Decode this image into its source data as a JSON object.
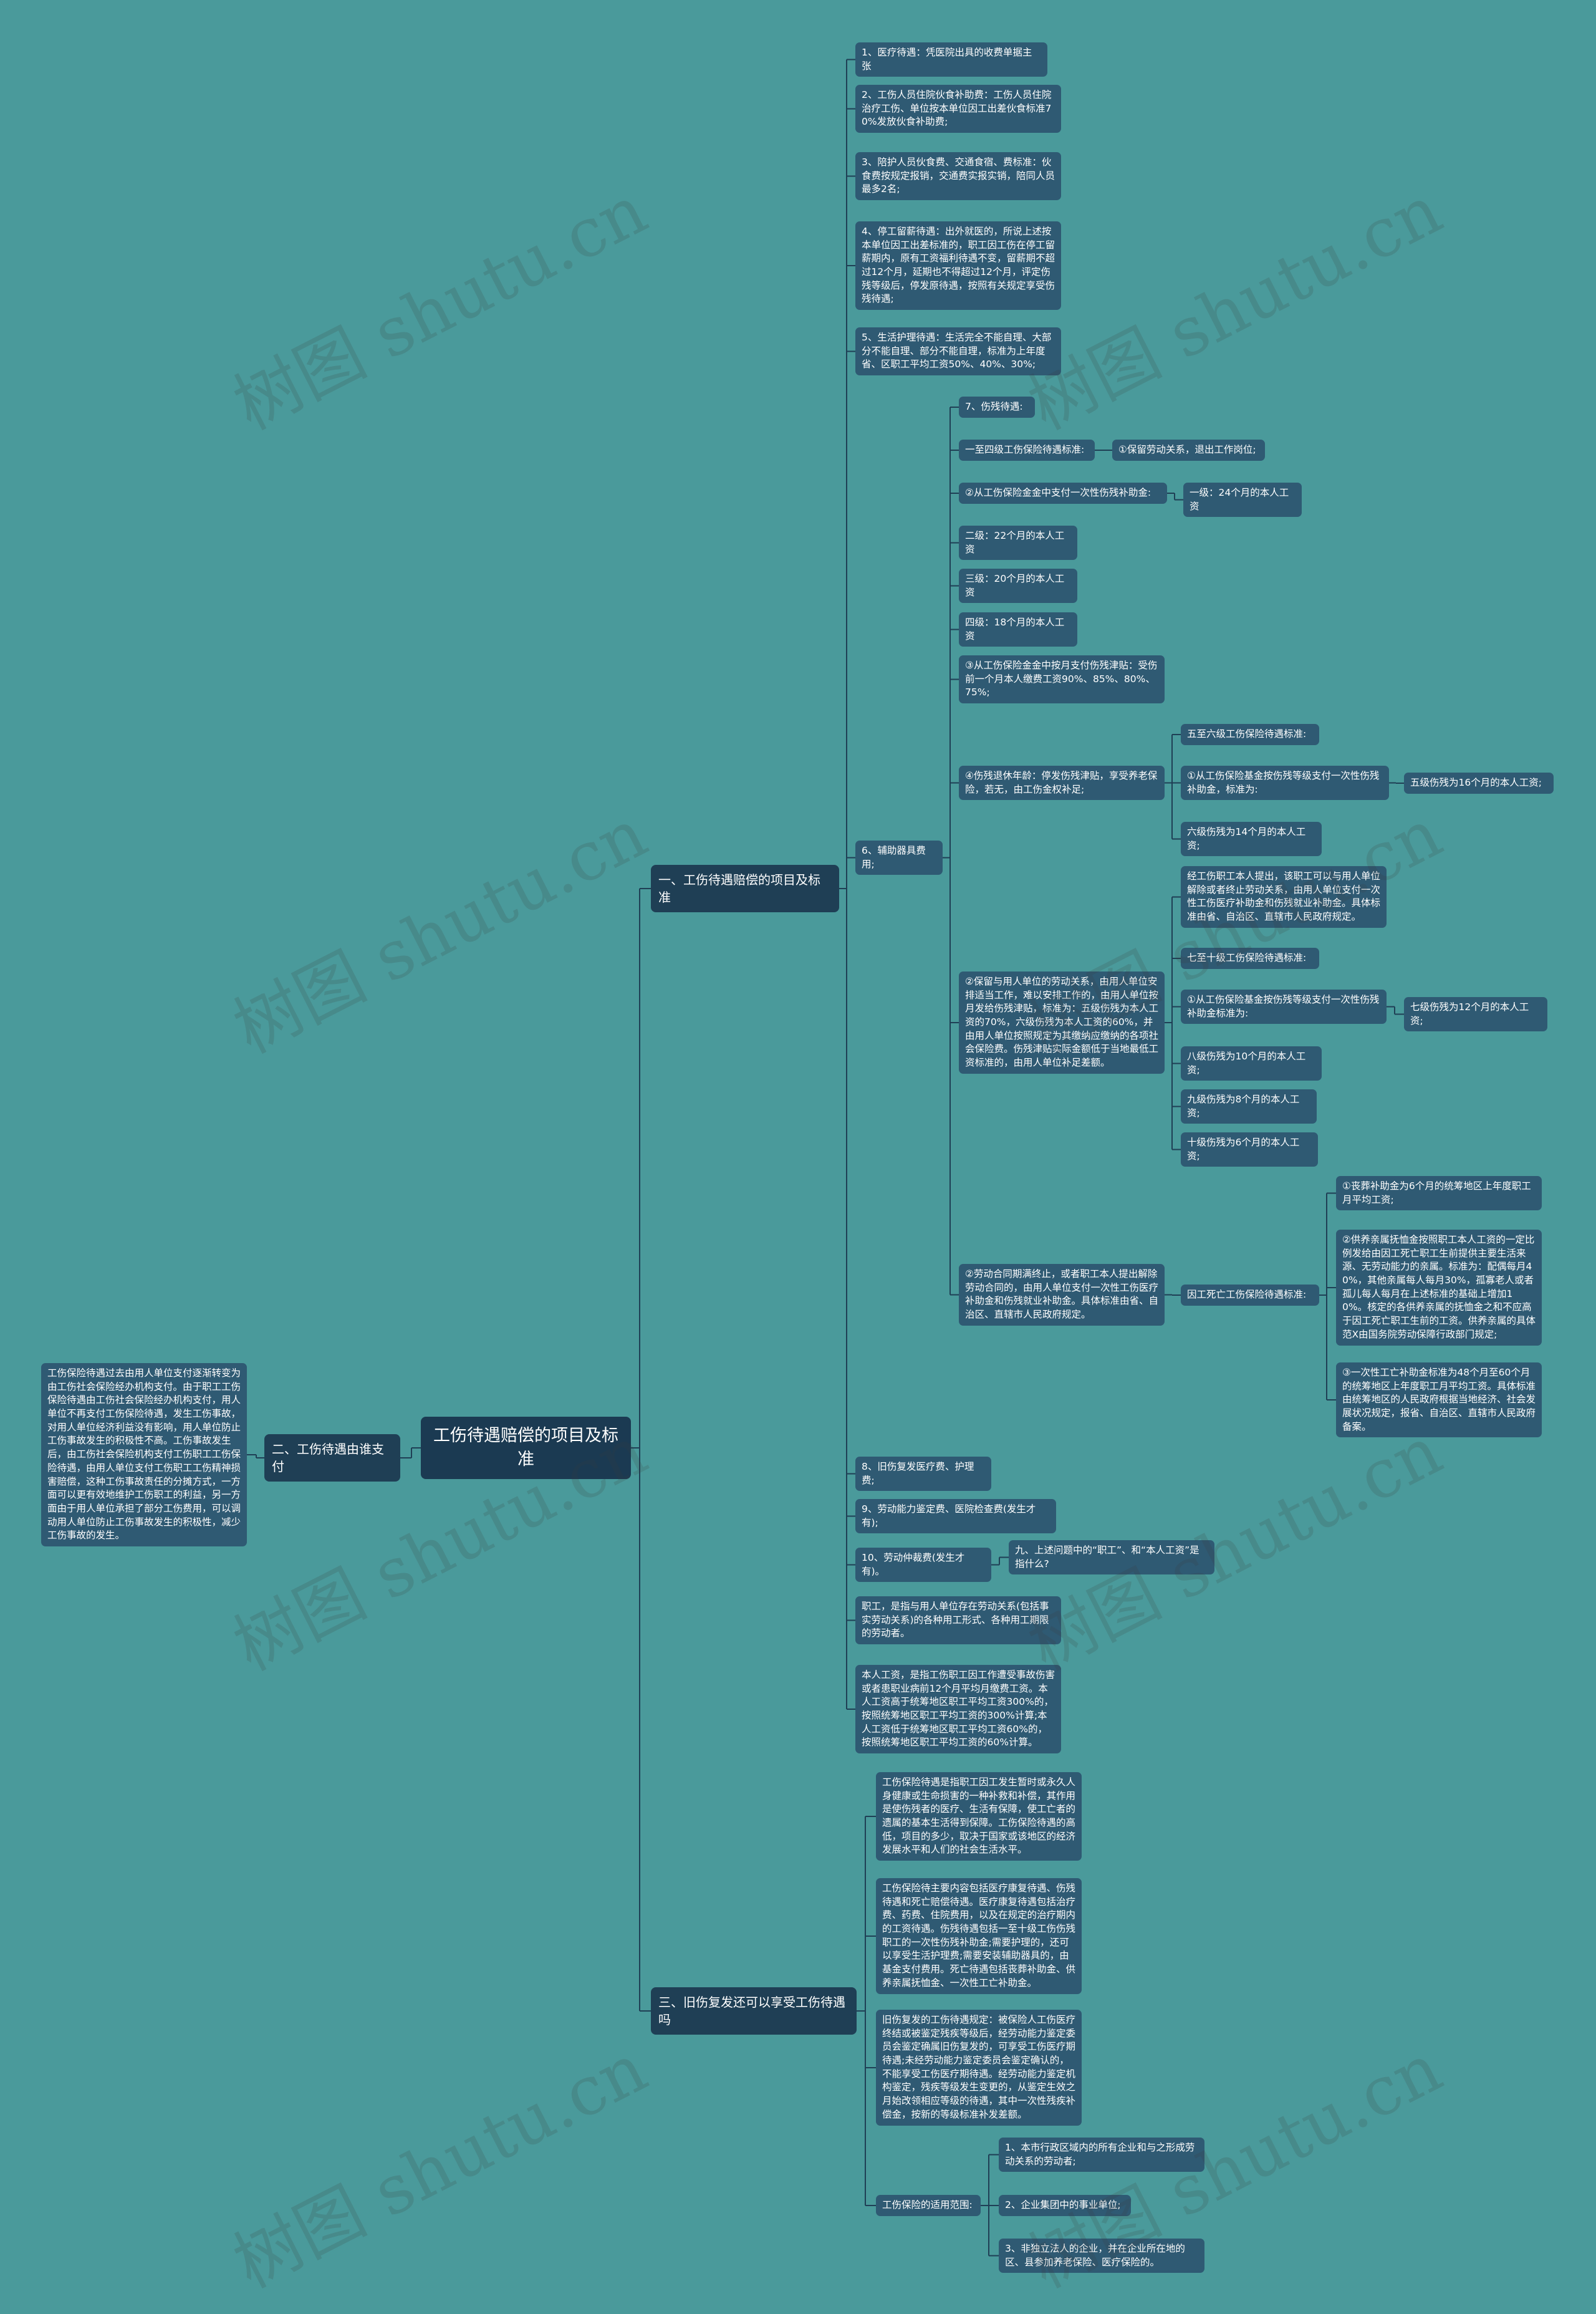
{
  "watermark": "树图 shutu.cn",
  "root": "工伤待遇赔偿的项目及标准",
  "branch1": {
    "title": "一、工伤待遇赔偿的项目及标准",
    "items": [
      "1、医疗待遇：凭医院出具的收费单据主张",
      "2、工伤人员住院伙食补助费：工伤人员住院治疗工伤、单位按本单位因工出差伙食标准70%发放伙食补助费;",
      "3、陪护人员伙食费、交通食宿、费标准：伙食费按规定报销，交通费实报实销，陪同人员最多2名;",
      "4、停工留薪待遇：出外就医的，所说上述按本单位因工出差标准的，职工因工伤在停工留薪期内，原有工资福利待遇不变，留薪期不超过12个月，延期也不得超过12个月，评定伤残等级后，停发原待遇，按照有关规定享受伤残待遇;",
      "5、生活护理待遇：生活完全不能自理、大部分不能自理、部分不能自理，标准为上年度省、区职工平均工资50%、40%、30%;",
      "6、辅助器具费用;",
      "8、旧伤复发医疗费、护理费;",
      "9、劳动能力鉴定费、医院检查费(发生才有);",
      "10、劳动仲裁费(发生才有)。",
      "职工，是指与用人单位存在劳动关系(包括事实劳动关系)的各种用工形式、各种用工期限的劳动者。",
      "本人工资，是指工伤职工因工作遭受事故伤害或者患职业病前12个月平均月缴费工资。本人工资高于统筹地区职工平均工资300%的，按照统筹地区职工平均工资的300%计算;本人工资低于统筹地区职工平均工资60%的，按照统筹地区职工平均工资的60%计算。"
    ],
    "item10_child": "九、上述问题中的“职工”、和“本人工资”是指什么?",
    "six": {
      "a": "7、伤残待遇:",
      "b": "一至四级工伤保险待遇标准:",
      "b1": "①保留劳动关系，退出工作岗位;",
      "c": "②从工伤保险金金中支付一次性伤残补助金:",
      "c1": "一级：24个月的本人工资",
      "d": "二级：22个月的本人工资",
      "e": "三级：20个月的本人工资",
      "f": "四级：18个月的本人工资",
      "g": "③从工伤保险金金中按月支付伤残津贴：受伤前一个月本人缴费工资90%、85%、80%、75%;",
      "h": "④伤残退休年龄：停发伤残津贴，享受养老保险，若无，由工伤金权补足;",
      "h1": "五至六级工伤保险待遇标准:",
      "h2": "①从工伤保险基金按伤残等级支付一次性伤残补助金，标准为:",
      "h2a": "五级伤残为16个月的本人工资;",
      "h3": "六级伤残为14个月的本人工资;",
      "i": "②保留与用人单位的劳动关系，由用人单位安排适当工作，难以安排工作的，由用人单位按月发给伤残津贴，标准为：五级伤残为本人工资的70%，六级伤残为本人工资的60%，并由用人单位按照规定为其缴纳应缴纳的各项社会保险费。伤残津贴实际金额低于当地最低工资标准的，由用人单位补足差额。",
      "i1": "经工伤职工本人提出，该职工可以与用人单位解除或者终止劳动关系，由用人单位支付一次性工伤医疗补助金和伤残就业补助金。具体标准由省、自治区、直辖市人民政府规定。",
      "i2": "七至十级工伤保险待遇标准:",
      "i3": "①从工伤保险基金按伤残等级支付一次性伤残补助金标准为:",
      "i3a": "七级伤残为12个月的本人工资;",
      "i4": "八级伤残为10个月的本人工资;",
      "i5": "九级伤残为8个月的本人工资;",
      "i6": "十级伤残为6个月的本人工资;",
      "j": "②劳动合同期满终止，或者职工本人提出解除劳动合同的，由用人单位支付一次性工伤医疗补助金和伤残就业补助金。具体标准由省、自治区、直辖市人民政府规定。",
      "j1": "因工死亡工伤保险待遇标准:",
      "j1a": "①丧葬补助金为6个月的统筹地区上年度职工月平均工资;",
      "j1b": "②供养亲属抚恤金按照职工本人工资的一定比例发给由因工死亡职工生前提供主要生活来源、无劳动能力的亲属。标准为：配偶每月40%，其他亲属每人每月30%，孤寡老人或者孤儿每人每月在上述标准的基础上增加10%。核定的各供养亲属的抚恤金之和不应高于因工死亡职工生前的工资。供养亲属的具体范X由国务院劳动保障行政部门规定;",
      "j1c": "③一次性工亡补助金标准为48个月至60个月的统筹地区上年度职工月平均工资。具体标准由统筹地区的人民政府根据当地经济、社会发展状况规定，报省、自治区、直辖市人民政府备案。"
    }
  },
  "branch2": {
    "title": "二、工伤待遇由谁支付",
    "text": "工伤保险待遇过去由用人单位支付逐渐转变为由工伤社会保险经办机构支付。由于职工工伤保险待遇由工伤社会保险经办机构支付，用人单位不再支付工伤保险待遇，发生工伤事故，对用人单位经济利益没有影响，用人单位防止工伤事故发生的积极性不高。工伤事故发生后，由工伤社会保险机构支付工伤职工工伤保险待遇，由用人单位支付工伤职工工伤精神损害赔偿，这种工伤事故责任的分摊方式，一方面可以更有效地维护工伤职工的利益，另一方面由于用人单位承担了部分工伤费用，可以调动用人单位防止工伤事故发生的积极性，减少工伤事故的发生。"
  },
  "branch3": {
    "title": "三、旧伤复发还可以享受工伤待遇吗",
    "items": [
      "工伤保险待遇是指职工因工发生暂时或永久人身健康或生命损害的一种补救和补偿，其作用是使伤残者的医疗、生活有保障，使工亡者的遗属的基本生活得到保障。工伤保险待遇的高低，项目的多少，取决于国家或该地区的经济发展水平和人们的社会生活水平。",
      "工伤保险待主要内容包括医疗康复待遇、伤残待遇和死亡赔偿待遇。医疗康复待遇包括治疗费、药费、住院费用，以及在规定的治疗期内的工资待遇。伤残待遇包括一至十级工伤伤残职工的一次性伤残补助金;需要护理的，还可以享受生活护理费;需要安装辅助器具的，由基金支付费用。死亡待遇包括丧葬补助金、供养亲属抚恤金、一次性工亡补助金。",
      "旧伤复发的工伤待遇规定：被保险人工伤医疗终结或被鉴定残疾等级后，经劳动能力鉴定委员会鉴定确属旧伤复发的，可享受工伤医疗期待遇;未经劳动能力鉴定委员会鉴定确认的，不能享受工伤医疗期待遇。经劳动能力鉴定机构鉴定，残疾等级发生变更的，从鉴定生效之月始改领相应等级的待遇，其中一次性残疾补偿金，按新的等级标准补发差额。",
      "工伤保险的适用范围:"
    ],
    "scope": [
      "1、本市行政区域内的所有企业和与之形成劳动关系的劳动者;",
      "2、企业集团中的事业单位;",
      "3、非独立法人的企业，并在企业所在地的区、县参加养老保险、医疗保险的。"
    ]
  }
}
